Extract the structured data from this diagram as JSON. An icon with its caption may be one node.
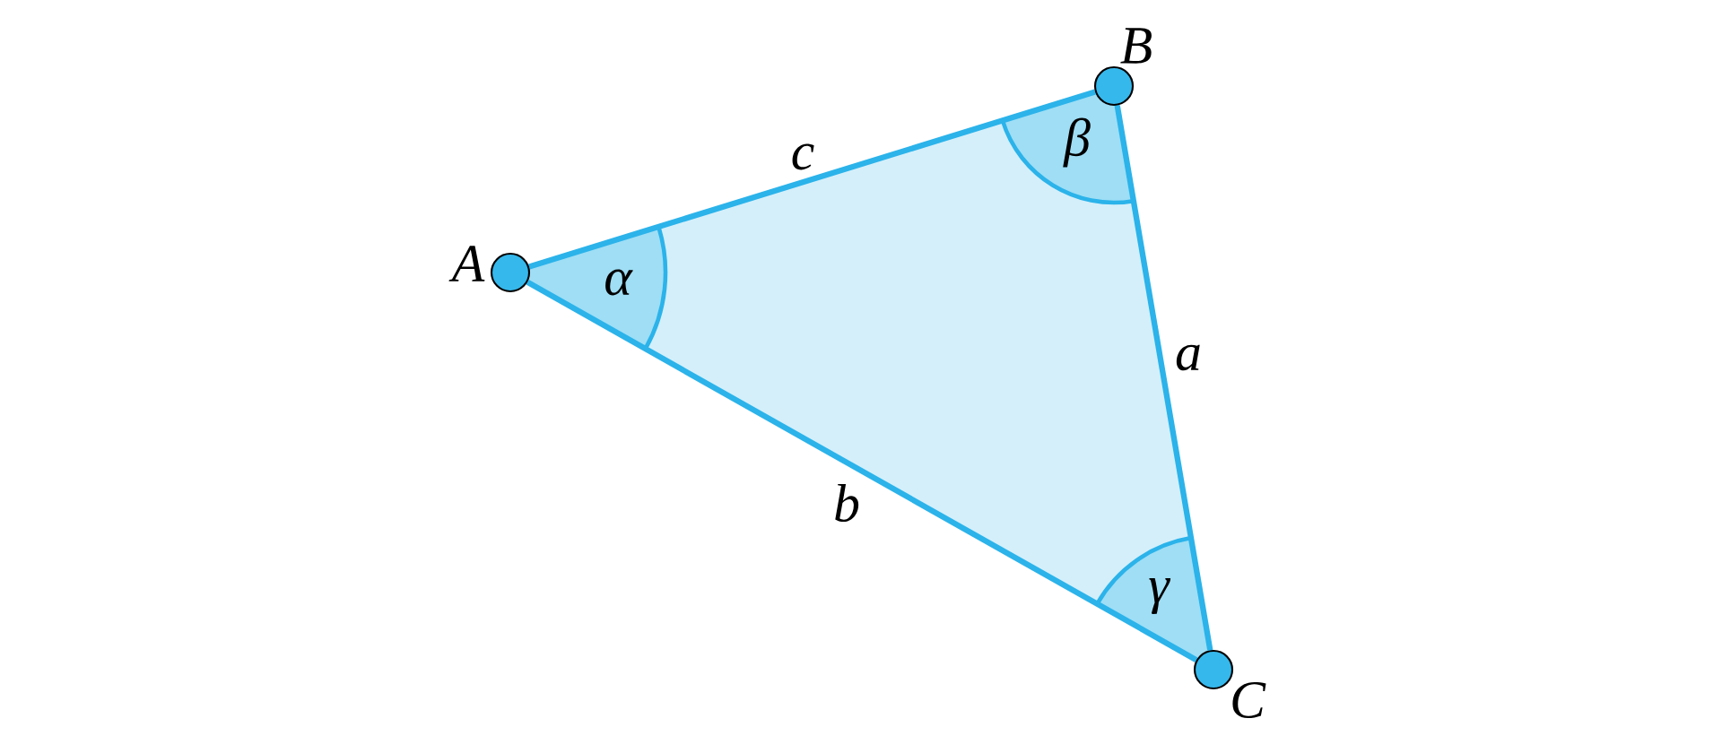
{
  "diagram": {
    "nodes": [
      {
        "text": [],
        "shape": "circle",
        "beside": [
          "A"
        ]
      },
      {
        "text": [],
        "shape": "circle",
        "beside": [
          "B"
        ]
      },
      {
        "text": [],
        "shape": "circle",
        "beside": [
          "C"
        ]
      }
    ],
    "edges": [
      {
        "from": 0,
        "to": 1,
        "arrow": "none",
        "label": "c"
      },
      {
        "from": 1,
        "to": 2,
        "arrow": "none",
        "label": "a"
      },
      {
        "from": 2,
        "to": 0,
        "arrow": "none",
        "label": "b"
      }
    ],
    "labels": [
      "α",
      "β",
      "γ"
    ]
  }
}
